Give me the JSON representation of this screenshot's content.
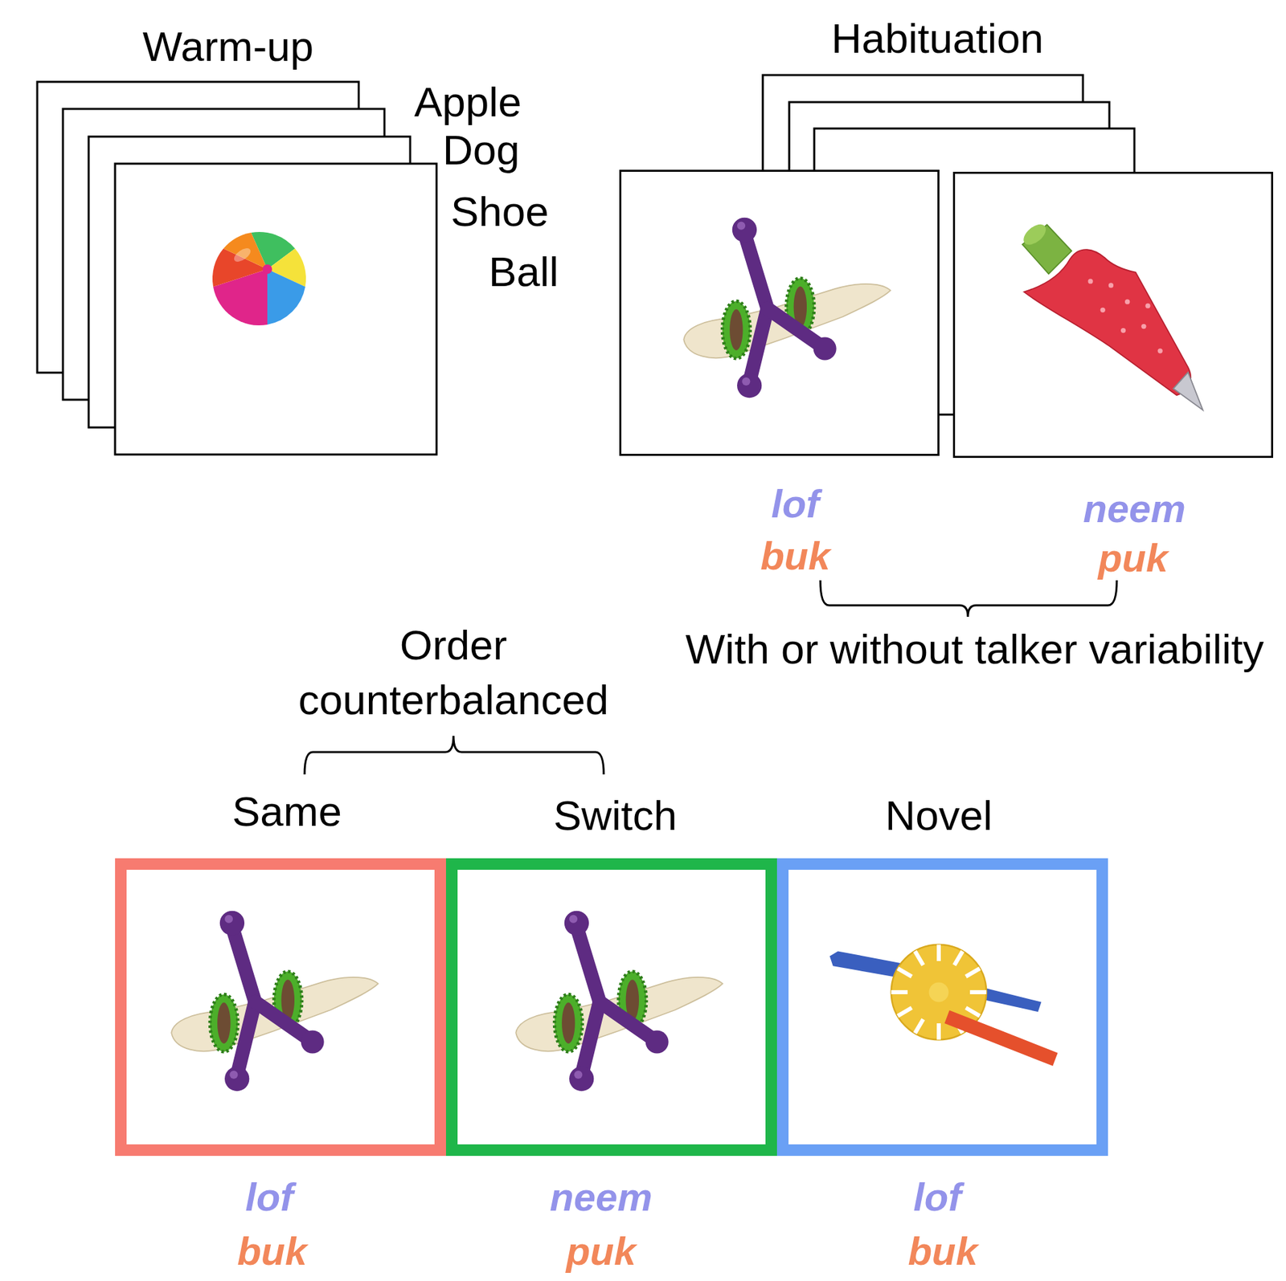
{
  "diagram": {
    "nodes": [
      {
        "text": [
          "lof",
          "buk"
        ]
      },
      {
        "text": [
          "neem",
          "puk"
        ]
      },
      {
        "text": [
          "Same",
          "lof",
          "buk"
        ]
      },
      {
        "text": [
          "Switch",
          "neem",
          "puk"
        ]
      },
      {
        "text": [
          "Novel",
          "lof",
          "buk"
        ]
      }
    ],
    "labels": [
      "Warm-up",
      "Apple",
      "Dog",
      "Shoe",
      "Ball",
      "Habituation",
      "With or without talker variability",
      "Order counterbalanced"
    ]
  }
}
